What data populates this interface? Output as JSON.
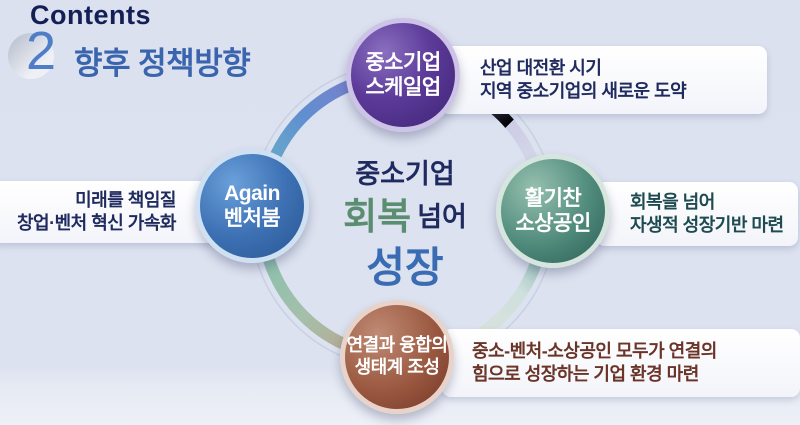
{
  "header": {
    "contents_label": "Contents",
    "section_number": "2",
    "section_title": "향후 정책방향",
    "contents_color": "#141f55",
    "title_color": "#3a64ad"
  },
  "center": {
    "line1": "중소기업",
    "line2_highlight": "회복",
    "line2_rest": "넘어",
    "line3": "성장",
    "highlight_color": "#5b8d71",
    "growth_color": "#3a6cb4"
  },
  "nodes": {
    "top": {
      "label_line1": "중소기업",
      "label_line2": "스케일업",
      "desc_line1": "산업 대전환 시기",
      "desc_line2": "지역 중소기업의 새로운 도약",
      "color": "#4b2d86"
    },
    "left": {
      "label_line1": "Again",
      "label_line2": "벤처붐",
      "desc_line1": "미래를 책임질",
      "desc_line2": "창업·벤처 혁신 가속화",
      "color": "#3e72b5"
    },
    "right": {
      "label_line1": "활기찬",
      "label_line2": "소상공인",
      "desc_line1": "회복을 넘어",
      "desc_line2": "자생적 성장기반 마련",
      "color": "#4f8a7b"
    },
    "bottom": {
      "label_line1": "연결과 융합의",
      "label_line2": "생태계 조성",
      "desc_line1": "중소-벤처-소상공인 모두가 연결의",
      "desc_line2": "힘으로 성장하는 기업 환경 마련",
      "color": "#9a5840"
    }
  }
}
